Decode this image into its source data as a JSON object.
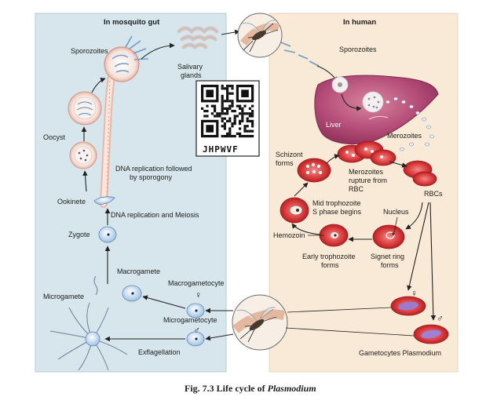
{
  "panels": {
    "mosquito_title": "In mosquito gut",
    "human_title": "In human"
  },
  "labels": {
    "sporozoites_left": "Sporozoites",
    "salivary_line1": "Salivary",
    "salivary_line2": "glands",
    "sporozoites_right": "Sporozoites",
    "liver": "Liver",
    "oocyst": "Oocyst",
    "dna_sporogony_line1": "DNA replication followed",
    "dna_sporogony_line2": "by sporogony",
    "ookinete": "Ookinete",
    "dna_meiosis": "DNA replication and Meiosis",
    "zygote": "Zygote",
    "macrogamete": "Macrogamete",
    "macrogametocyte": "Macrogametocyte",
    "microgamete": "Microgamete",
    "microgametocyte": "Microgametocyte",
    "exflagellation": "Exflagellation",
    "schizont_line1": "Schizont",
    "schizont_line2": "forms",
    "merozoites": "Merozoites",
    "rupture_line1": "Merozoites",
    "rupture_line2": "rupture from",
    "rupture_line3": "RBC",
    "rbcs": "RBCs",
    "mid_troph_line1": "Mid trophozoite",
    "mid_troph_line2": "S phase begins",
    "nucleus": "Nucleus",
    "hemozoin": "Hemozoin",
    "early_troph_line1": "Early trophozoite",
    "early_troph_line2": "forms",
    "signet_line1": "Signet ring",
    "signet_line2": "forms",
    "gametocytes": "Gametocytes Plasmodium",
    "female_symbol": "♀",
    "male_symbol": "♂"
  },
  "qr": {
    "code": "JHPWVF"
  },
  "caption": {
    "prefix": "Fig. 7.3    Life cycle of ",
    "italic": "Plasmodium"
  },
  "colors": {
    "mosquito_panel": "#d6e6ec",
    "human_panel": "#f8ead6",
    "liver": "#b84b78",
    "rbc": "#d63a3a",
    "cell_blue": "#cfe0f2"
  }
}
